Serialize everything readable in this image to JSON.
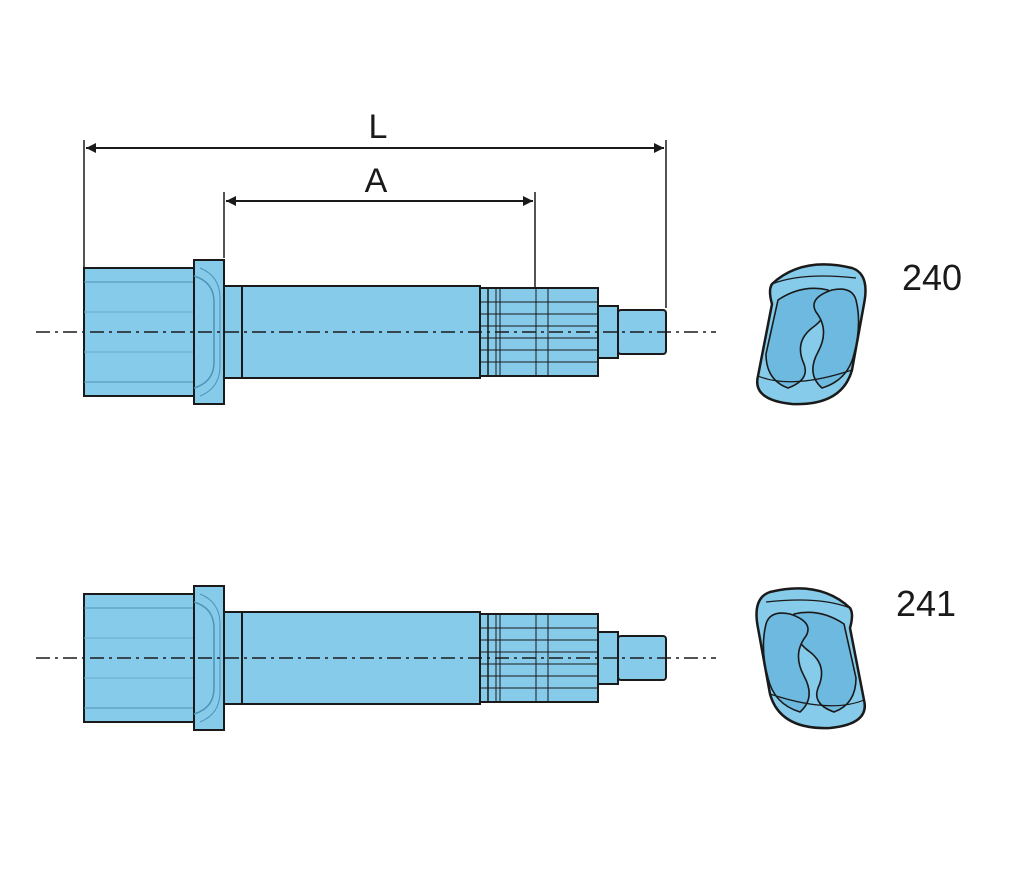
{
  "dimensions": {
    "length_label": "L",
    "spline_label": "A"
  },
  "parts": [
    {
      "number": "240"
    },
    {
      "number": "241"
    }
  ],
  "colors": {
    "fill": "#86CBEA",
    "fill_light": "#A9DBF2",
    "fill_dark": "#5FB0D8",
    "stroke": "#1a1a1a"
  }
}
